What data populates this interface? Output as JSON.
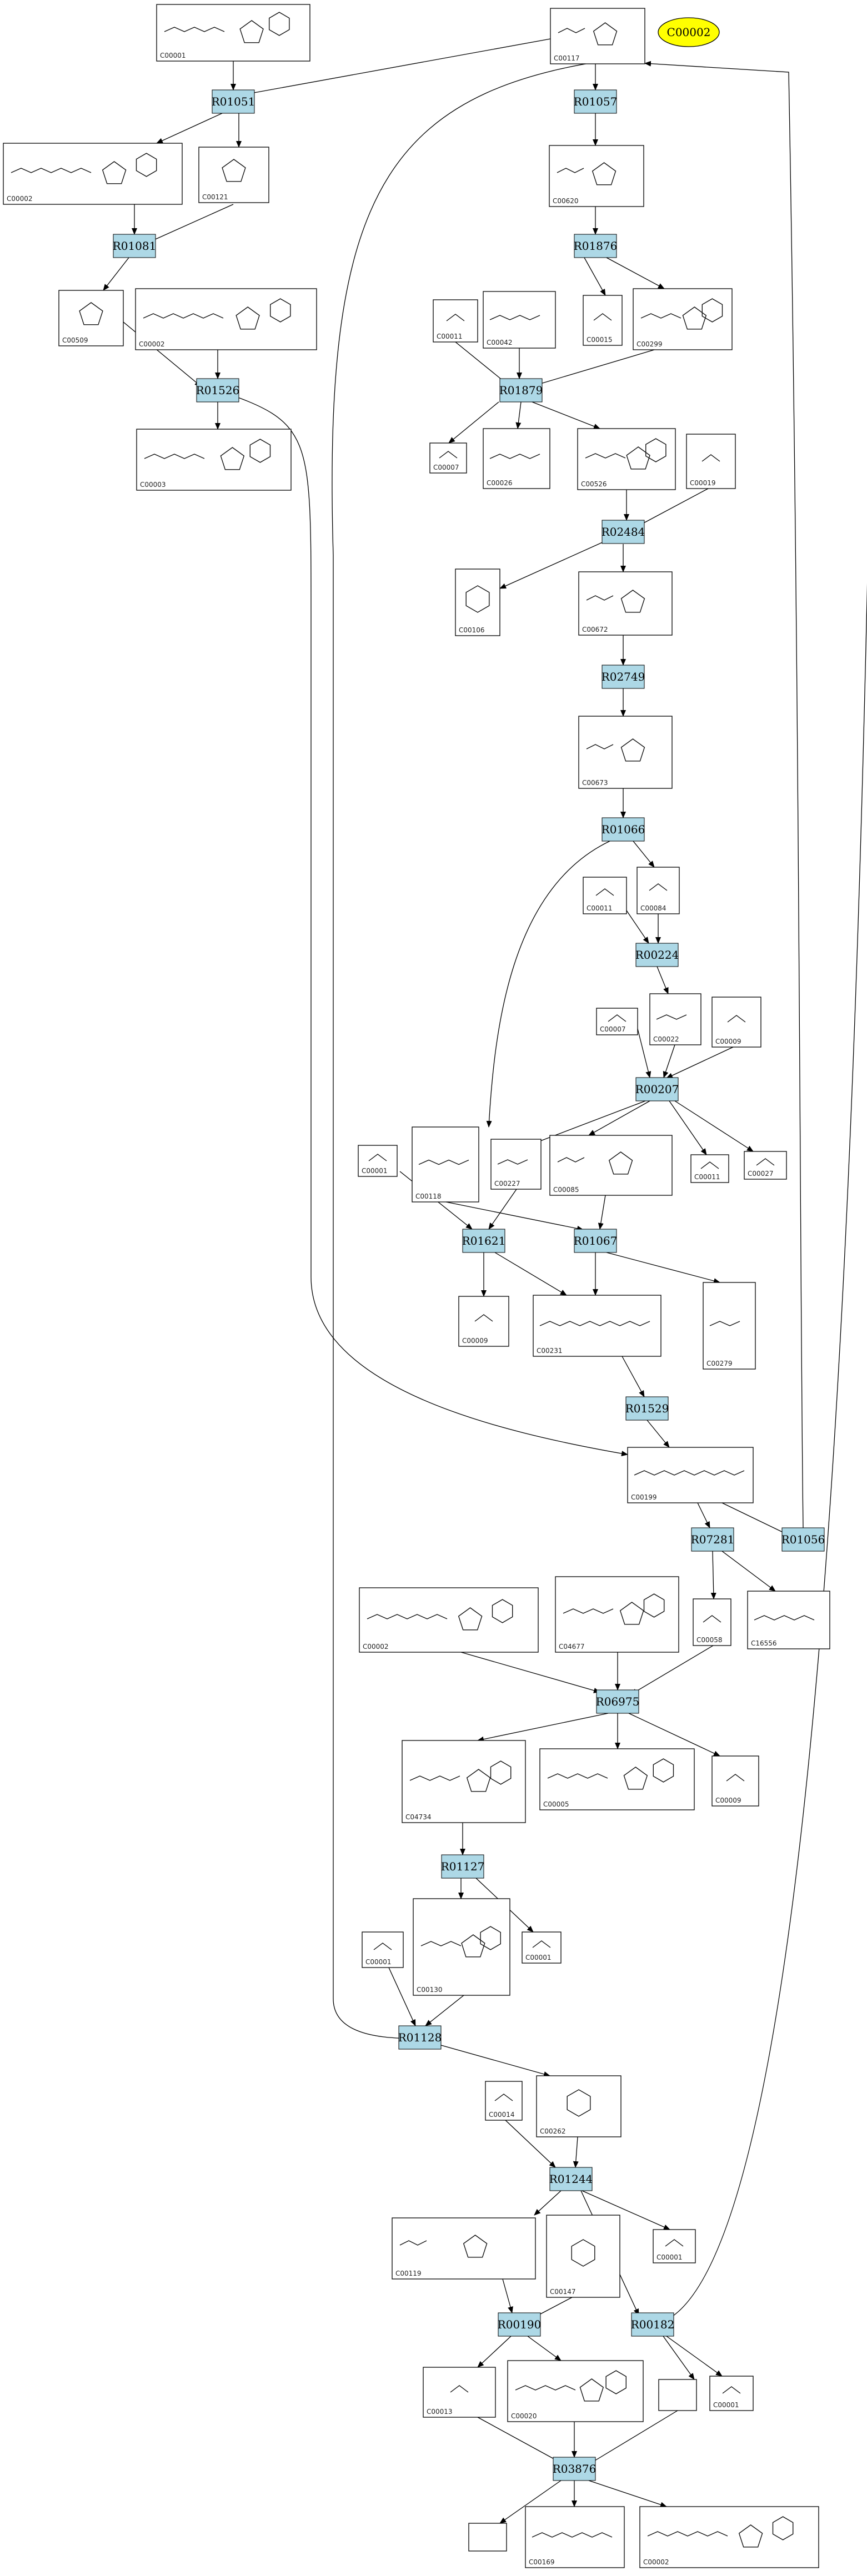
{
  "highlight": {
    "label": "C00002"
  },
  "reactions": [
    {
      "id": "R01051",
      "label": "R01051"
    },
    {
      "id": "R01057",
      "label": "R01057"
    },
    {
      "id": "R01081",
      "label": "R01081"
    },
    {
      "id": "R01876",
      "label": "R01876"
    },
    {
      "id": "R01526",
      "label": "R01526"
    },
    {
      "id": "R01879",
      "label": "R01879"
    },
    {
      "id": "R02484",
      "label": "R02484"
    },
    {
      "id": "R02749",
      "label": "R02749"
    },
    {
      "id": "R01066",
      "label": "R01066"
    },
    {
      "id": "R00224",
      "label": "R00224"
    },
    {
      "id": "R00207",
      "label": "R00207"
    },
    {
      "id": "R01621",
      "label": "R01621"
    },
    {
      "id": "R01067",
      "label": "R01067"
    },
    {
      "id": "R01529",
      "label": "R01529"
    },
    {
      "id": "R07281",
      "label": "R07281"
    },
    {
      "id": "R01056",
      "label": "R01056"
    },
    {
      "id": "R06975",
      "label": "R06975"
    },
    {
      "id": "R01127",
      "label": "R01127"
    },
    {
      "id": "R01128",
      "label": "R01128"
    },
    {
      "id": "R01244",
      "label": "R01244"
    },
    {
      "id": "R00190",
      "label": "R00190"
    },
    {
      "id": "R00182",
      "label": "R00182"
    },
    {
      "id": "R03876",
      "label": "R03876"
    }
  ],
  "compounds": [
    {
      "key": "c00001_top",
      "label": "C00001",
      "struct": "nucleoside"
    },
    {
      "key": "c00117_top",
      "label": "C00117",
      "struct": "sugarphosphate"
    },
    {
      "key": "c00002_a",
      "label": "C00002",
      "struct": "nucleoside"
    },
    {
      "key": "c00121",
      "label": "C00121",
      "struct": "sugar"
    },
    {
      "key": "c00620",
      "label": "C00620",
      "struct": "sugarphosphate"
    },
    {
      "key": "c00509",
      "label": "C00509",
      "struct": "sugar"
    },
    {
      "key": "c00002_b",
      "label": "C00002",
      "struct": "nucleoside"
    },
    {
      "key": "c00011_a",
      "label": "C00011",
      "struct": "small"
    },
    {
      "key": "c00042",
      "label": "C00042",
      "struct": "chain"
    },
    {
      "key": "c00015",
      "label": "C00015",
      "struct": "small"
    },
    {
      "key": "c00299",
      "label": "C00299",
      "struct": "nucleoside"
    },
    {
      "key": "c00003",
      "label": "C00003",
      "struct": "nucleoside"
    },
    {
      "key": "c00007_a",
      "label": "C00007",
      "struct": "small"
    },
    {
      "key": "c00026",
      "label": "C00026",
      "struct": "chain"
    },
    {
      "key": "c00526",
      "label": "C00526",
      "struct": "nucleoside"
    },
    {
      "key": "c00019",
      "label": "C00019",
      "struct": "small"
    },
    {
      "key": "c00106",
      "label": "C00106",
      "struct": "ring"
    },
    {
      "key": "c00672",
      "label": "C00672",
      "struct": "sugarphosphate"
    },
    {
      "key": "c00673",
      "label": "C00673",
      "struct": "sugarphosphate"
    },
    {
      "key": "c00011_b",
      "label": "C00011",
      "struct": "small"
    },
    {
      "key": "c00084",
      "label": "C00084",
      "struct": "small"
    },
    {
      "key": "c00007_b",
      "label": "C00007",
      "struct": "small"
    },
    {
      "key": "c00022",
      "label": "C00022",
      "struct": "chain"
    },
    {
      "key": "c00009_a",
      "label": "C00009",
      "struct": "small"
    },
    {
      "key": "c00001_b",
      "label": "C00001",
      "struct": "small"
    },
    {
      "key": "c00118",
      "label": "C00118",
      "struct": "chain"
    },
    {
      "key": "c00227",
      "label": "C00227",
      "struct": "chain"
    },
    {
      "key": "c00085",
      "label": "C00085",
      "struct": "sugarphosphate"
    },
    {
      "key": "c00011_c",
      "label": "C00011",
      "struct": "small"
    },
    {
      "key": "c00027",
      "label": "C00027",
      "struct": "small"
    },
    {
      "key": "c00009_b",
      "label": "C00009",
      "struct": "small"
    },
    {
      "key": "c00231",
      "label": "C00231",
      "struct": "chain"
    },
    {
      "key": "c00279",
      "label": "C00279",
      "struct": "chain"
    },
    {
      "key": "c00199",
      "label": "C00199",
      "struct": "chain"
    },
    {
      "key": "c00002_c",
      "label": "C00002",
      "struct": "nucleoside"
    },
    {
      "key": "c04677",
      "label": "C04677",
      "struct": "nucleoside"
    },
    {
      "key": "c00058",
      "label": "C00058",
      "struct": "small"
    },
    {
      "key": "c16556",
      "label": "C16556",
      "struct": "chain"
    },
    {
      "key": "c04734",
      "label": "C04734",
      "struct": "nucleoside"
    },
    {
      "key": "c00005",
      "label": "C00005",
      "struct": "nucleoside"
    },
    {
      "key": "c00009_c",
      "label": "C00009",
      "struct": "small"
    },
    {
      "key": "c00001_c",
      "label": "C00001",
      "struct": "small"
    },
    {
      "key": "c00130",
      "label": "C00130",
      "struct": "nucleoside"
    },
    {
      "key": "c00001_d",
      "label": "C00001",
      "struct": "small"
    },
    {
      "key": "c00014",
      "label": "C00014",
      "struct": "small"
    },
    {
      "key": "c00262",
      "label": "C00262",
      "struct": "ring"
    },
    {
      "key": "c00119",
      "label": "C00119",
      "struct": "sugarphosphate"
    },
    {
      "key": "c00147",
      "label": "C00147",
      "struct": "ring"
    },
    {
      "key": "c00001_e",
      "label": "C00001",
      "struct": "small"
    },
    {
      "key": "c00013",
      "label": "C00013",
      "struct": "small"
    },
    {
      "key": "c00020",
      "label": "C00020",
      "struct": "nucleoside"
    },
    {
      "key": "c00001_f",
      "label": "C00001",
      "struct": "small"
    },
    {
      "key": "blank_a",
      "label": "",
      "struct": "none"
    },
    {
      "key": "blank_b",
      "label": "",
      "struct": "none"
    },
    {
      "key": "c00169",
      "label": "C00169",
      "struct": "chain"
    },
    {
      "key": "c00002_d",
      "label": "C00002",
      "struct": "nucleoside"
    }
  ]
}
